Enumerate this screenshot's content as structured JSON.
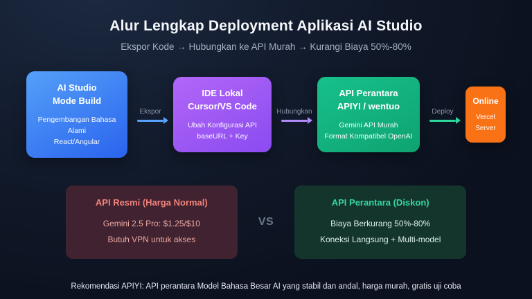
{
  "header": {
    "title": "Alur Lengkap Deployment Aplikasi AI Studio",
    "subtitle": "Ekspor Kode → Hubungkan ke API Murah → Kurangi Biaya 50%-80%"
  },
  "flow": {
    "nodes": [
      {
        "title_line1": "AI Studio",
        "title_line2": "Mode Build",
        "body_line1": "Pengembangan Bahasa Alami",
        "body_line2": "React/Angular",
        "color": "#3b7bf2"
      },
      {
        "title_line1": "IDE Lokal",
        "title_line2": "Cursor/VS Code",
        "body_line1": "Ubah Konfigurasi API",
        "body_line2": "baseURL + Key",
        "color": "#9b5cf6"
      },
      {
        "title_line1": "API Perantara",
        "title_line2": "APIYI / wentuo",
        "body_line1": "Gemini API Murah",
        "body_line2": "Format Kompatibel OpenAI",
        "color": "#10b981"
      },
      {
        "title_line1": "Online",
        "body_line1": "Vercel",
        "body_line2": "Server",
        "color": "#f97316"
      }
    ],
    "arrows": [
      {
        "label": "Ekspor",
        "color": "#5aa2ff"
      },
      {
        "label": "Hubungkan",
        "color": "#b18af9"
      },
      {
        "label": "Deploy",
        "color": "#2fd79c"
      }
    ]
  },
  "comparison": {
    "vs_label": "VS",
    "left": {
      "header": "API Resmi (Harga Normal)",
      "line1": "Gemini 2.5 Pro: $1.25/$10",
      "line2": "Butuh VPN untuk akses",
      "bg": "#402230",
      "accent": "#f2837a"
    },
    "right": {
      "header": "API Perantara (Diskon)",
      "line1": "Biaya Berkurang 50%-80%",
      "line2": "Koneksi Langsung + Multi-model",
      "bg": "#14352c",
      "accent": "#36d69f"
    }
  },
  "footer": {
    "note": "Rekomendasi APIYI: API perantara Model Bahasa Besar AI yang stabil dan andal, harga murah, gratis uji coba"
  }
}
